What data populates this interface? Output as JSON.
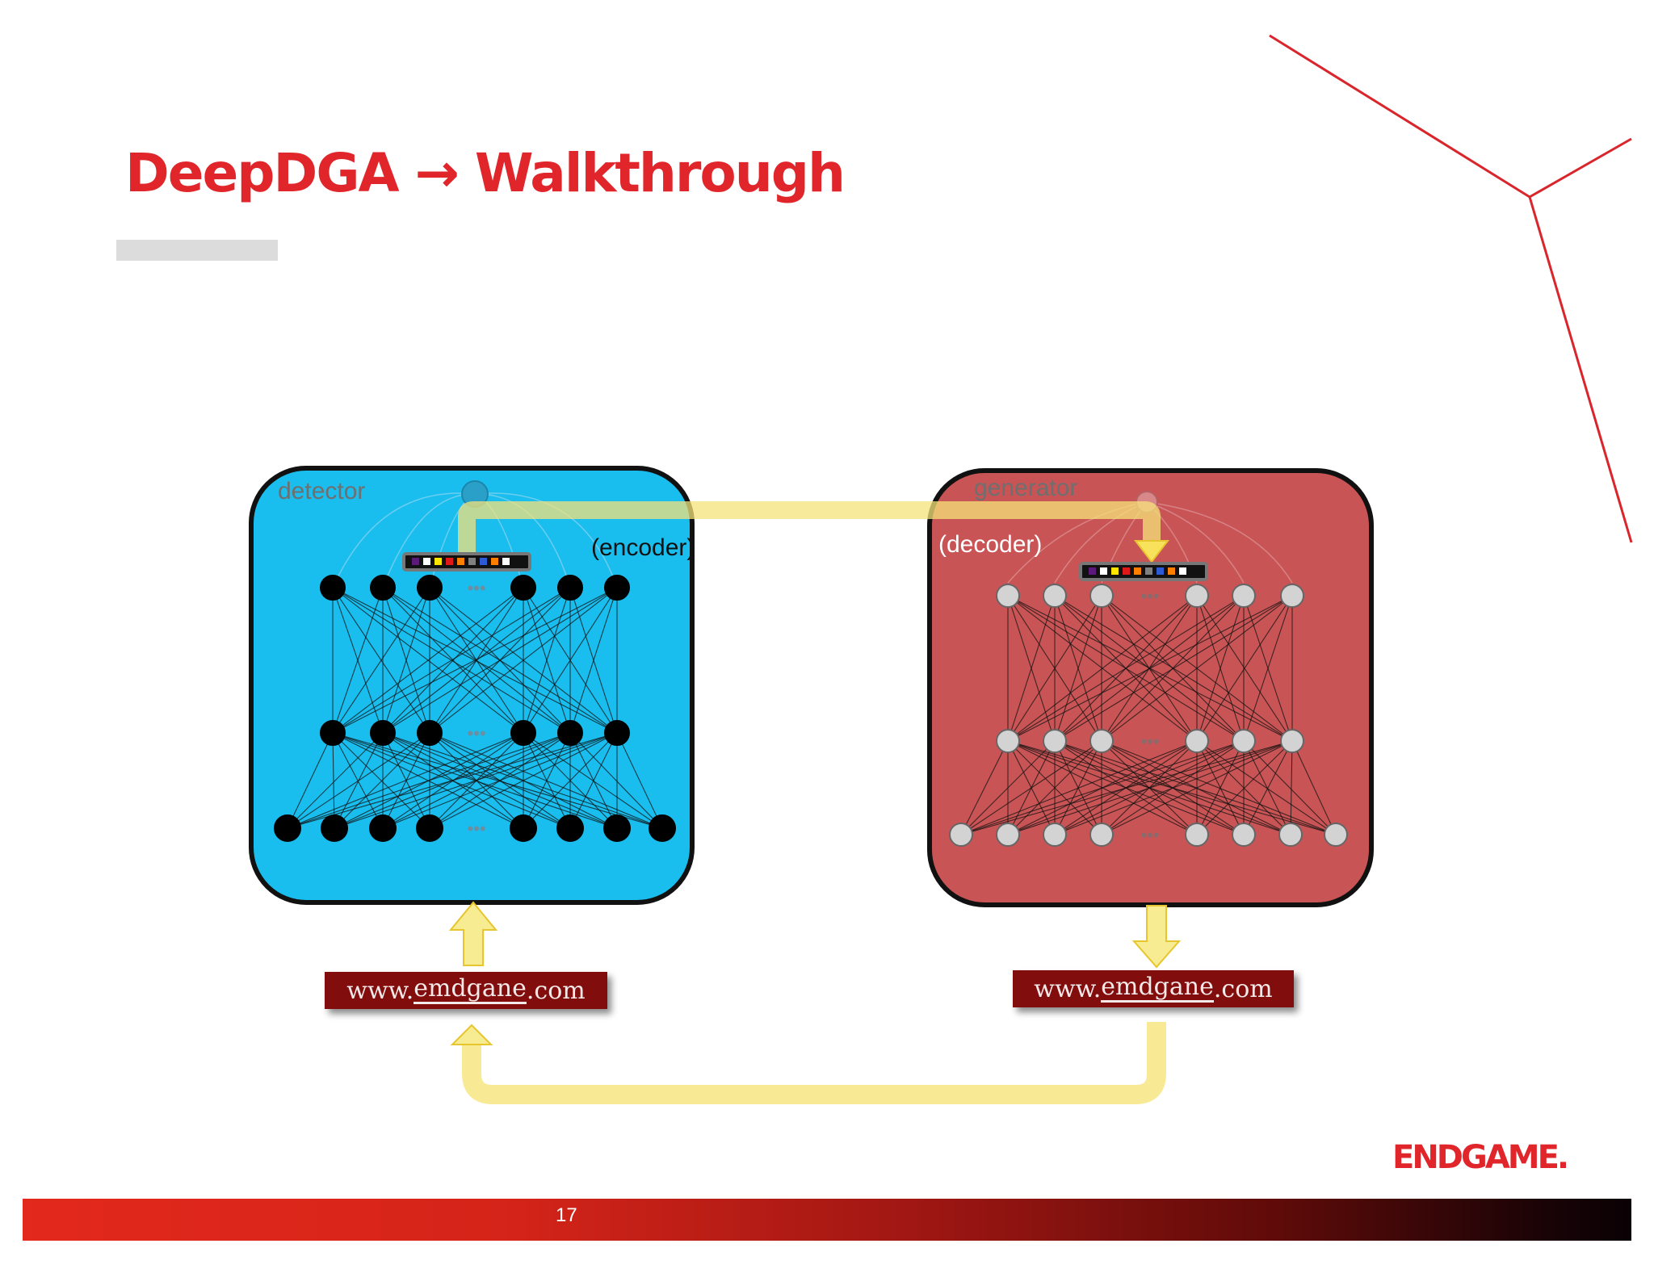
{
  "slide": {
    "title": "DeepDGA → Walkthrough",
    "page_number": "17",
    "logo_text": "ENDGAME."
  },
  "detector": {
    "label": "detector",
    "role_label": "(encoder)",
    "box_color": "#19bdee",
    "node_color": "#000000"
  },
  "generator": {
    "label": "generator",
    "role_label": "(decoder)",
    "box_color": "#c95455",
    "node_color": "#d3d3d3"
  },
  "input_url": {
    "prefix": "www.",
    "domain": "emdgane",
    "suffix": ".com"
  },
  "output_url": {
    "prefix": "www.",
    "domain": "emdgane",
    "suffix": ".com"
  },
  "embedding_colors": [
    "#5b1a7a",
    "#ffffff",
    "#ffe600",
    "#e01818",
    "#ff7f00",
    "#808080",
    "#2d5bd6",
    "#ff7f00",
    "#ffffff"
  ],
  "colors": {
    "accent_red": "#e1262b",
    "arrow_yellow": "#f6e37a",
    "url_box": "#820d0d"
  }
}
